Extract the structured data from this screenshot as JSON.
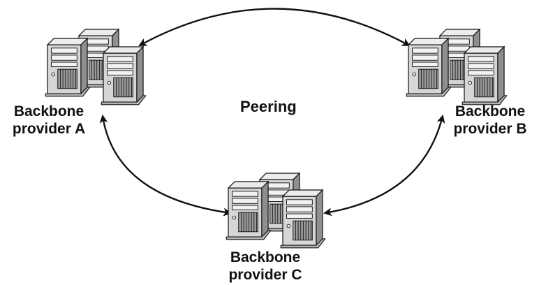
{
  "diagram": {
    "center_label": "Peering",
    "providers": [
      {
        "line1": "Backbone",
        "line2": "provider A",
        "icon": "server-cluster-icon"
      },
      {
        "line1": "Backbone",
        "line2": "provider B",
        "icon": "server-cluster-icon"
      },
      {
        "line1": "Backbone",
        "line2": "provider C",
        "icon": "server-cluster-icon"
      }
    ],
    "connections": [
      {
        "from": "provider A",
        "to": "provider B",
        "style": "bidirectional-arrow"
      },
      {
        "from": "provider A",
        "to": "provider C",
        "style": "bidirectional-arrow"
      },
      {
        "from": "provider B",
        "to": "provider C",
        "style": "bidirectional-arrow"
      }
    ],
    "colors": {
      "ink": "#111111",
      "server_light": "#e2e2e2",
      "server_mid": "#bdbdbd",
      "server_dark": "#8a8a8a"
    }
  }
}
